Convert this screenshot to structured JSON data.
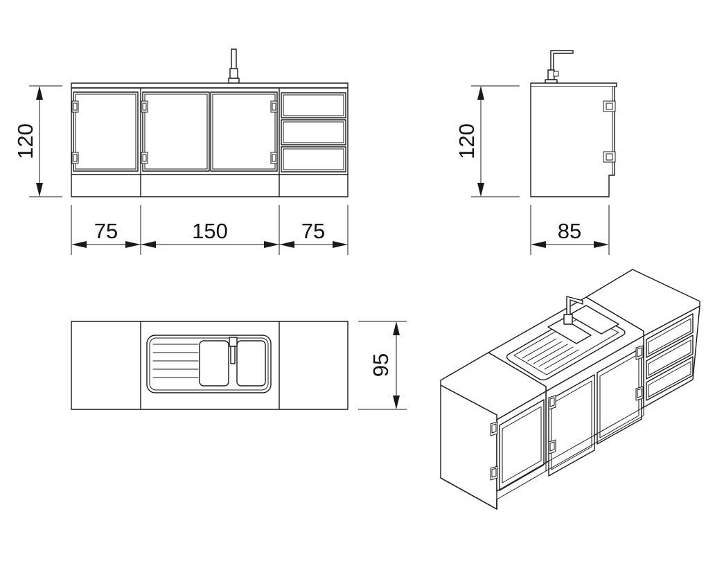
{
  "colors": {
    "line": "#1a1a1a",
    "background": "#ffffff"
  },
  "front_view": {
    "height_label": "120",
    "width_labels": {
      "left_cabinet": "75",
      "sink_cabinet": "150",
      "drawer_cabinet": "75"
    }
  },
  "side_view": {
    "height_label": "120",
    "depth_label": "85"
  },
  "top_view": {
    "depth_label": "95"
  }
}
